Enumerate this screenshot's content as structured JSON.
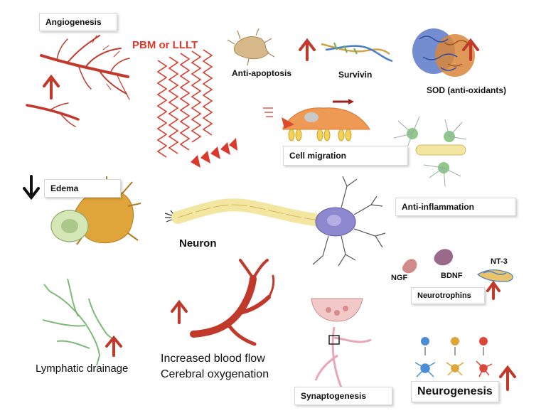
{
  "labels": {
    "angiogenesis": "Angiogenesis",
    "pbm": "PBM or LLLT",
    "anti_apoptosis": "Anti-apoptosis",
    "survivin": "Survivin",
    "sod": "SOD (anti-oxidants)",
    "cell_migration": "Cell migration",
    "edema": "Edema",
    "neuron": "Neuron",
    "anti_inflammation": "Anti-inflammation",
    "ngf": "NGF",
    "bdnf": "BDNF",
    "nt3": "NT-3",
    "neurotrophins": "Neurotrophins",
    "lymphatic": "Lymphatic drainage",
    "blood_flow": "Increased blood flow",
    "oxygenation": "Cerebral oxygenation",
    "synaptogenesis": "Synaptogenesis",
    "neurogenesis": "Neurogenesis"
  },
  "colors": {
    "up_arrow": "#c0392b",
    "down_arrow": "#111111",
    "laser": "#d93a2b",
    "vessel": "#c0392b",
    "axon": "#f3e6a0",
    "neuron_body": "#8e88cf",
    "glia": "#e0a53a",
    "lymph": "#7fb87a"
  }
}
